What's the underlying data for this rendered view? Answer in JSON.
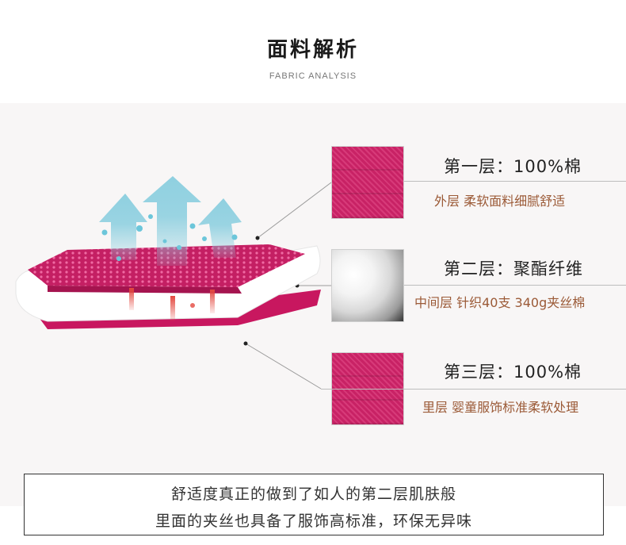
{
  "header": {
    "title": "面料解析",
    "subtitle": "FABRIC ANALYSIS"
  },
  "layers": [
    {
      "title": "第一层：100%棉",
      "desc": "外层 柔软面料细腻舒适",
      "swatch": "pink-cotton"
    },
    {
      "title": "第二层：聚酯纤维",
      "desc": "中间层 针织40支 340g夹丝棉",
      "swatch": "white-fiber"
    },
    {
      "title": "第三层：100%棉",
      "desc": "里层 婴童服饰标准柔软处理",
      "swatch": "pink-cotton"
    }
  ],
  "footer": {
    "line1": "舒适度真正的做到了如人的第二层肌肤般",
    "line2": "里面的夹丝也具备了服饰高标准，环保无异味"
  },
  "colors": {
    "accent_pink": "#d3246a",
    "arrow_blue": "#8fd0e0",
    "desc_brown": "#9b5a37",
    "panel_bg": "#f8f6f6"
  }
}
